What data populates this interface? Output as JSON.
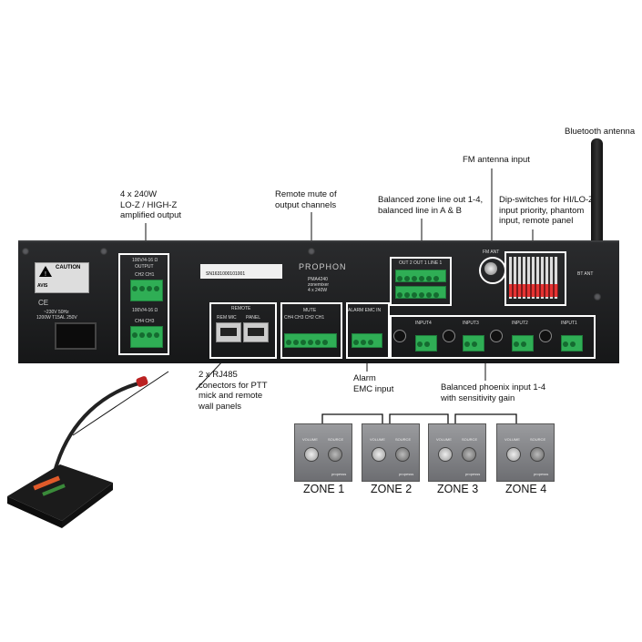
{
  "labels": {
    "bluetooth": "Bluetooth antenna",
    "fm": "FM antenna input",
    "output": [
      "4 x 240W",
      "LO-Z / HIGH-Z",
      "amplified output"
    ],
    "mute": [
      "Remote mute of",
      "output channels"
    ],
    "zone_line": [
      "Balanced zone line out 1-4,",
      "balanced line in A & B"
    ],
    "dip": [
      "Dip-switches for HI/LO-Z,",
      "input priority, phantom",
      "input, remote panel"
    ],
    "rj45": [
      "2 x RJ485",
      "conectors for PTT",
      "mick and remote",
      "wall panels"
    ],
    "alarm": [
      "Alarm",
      "EMC input"
    ],
    "phoenix": [
      "Balanced phoenix input 1-4",
      "with sensitivity gain"
    ]
  },
  "panel": {
    "caution": "CAUTION",
    "avis": "AVIS",
    "power": "~230V 50Hz",
    "power2": "1200W T15AL 250V",
    "brand": "PROPHON",
    "model": "PMA4240",
    "model_sub1": "zonemixer",
    "model_sub2": "4 x 240W",
    "serial": "SN1631000101001",
    "remote": "REMOTE",
    "rem_mic": "REM MIC",
    "rem_panel": "PANEL",
    "mute": "MUTE",
    "mute_ch": "CH4 CH3 CH2 CH1",
    "alarm": "ALARM EMC IN",
    "out1": "100V/4-16 Ω",
    "out1_label": "OUTPUT",
    "ch21": "CH2  CH1",
    "ch43": "CH4  CH3",
    "inputs": [
      "INPUT4",
      "INPUT3",
      "INPUT2",
      "INPUT1"
    ],
    "fm_ant": "FM ANT",
    "bt_ant": "BT ANT",
    "line_out": "OUT 2  OUT 1  LINE 1"
  },
  "zones": [
    "ZONE 1",
    "ZONE 2",
    "ZONE 3",
    "ZONE 4"
  ],
  "zone_panel": {
    "volume": "VOLUME",
    "source": "SOURCE",
    "brand": "propesss"
  }
}
